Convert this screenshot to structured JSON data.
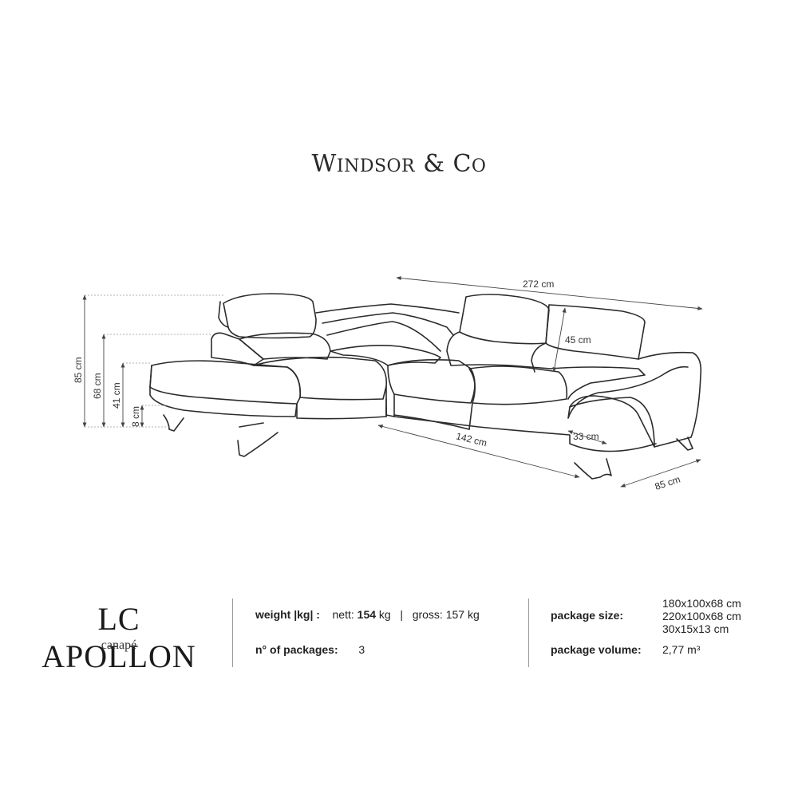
{
  "brand": {
    "first_initial": "W",
    "first_rest": "INDSOR",
    "amp": "&",
    "second_initial": "C",
    "second_rest": "O"
  },
  "dimensions": {
    "width_total": "272 cm",
    "backrest": "45 cm",
    "depth_side": "142 cm",
    "armrest": "33 cm",
    "depth": "85 cm",
    "height_total": "85 cm",
    "height_back": "68 cm",
    "height_seat": "41 cm",
    "height_legs": "8 cm"
  },
  "product": {
    "name": "LC APOLLON",
    "type": "canapé"
  },
  "specs": {
    "weight_label": "weight |kg| :",
    "nett_label": "nett:",
    "nett_value": "154",
    "nett_unit": "kg",
    "separator": "|",
    "gross_label": "gross:",
    "gross_value": "157 kg",
    "packages_label": "n° of packages:",
    "packages_value": "3",
    "package_size_label": "package size:",
    "package_sizes": [
      "180x100x68 cm",
      "220x100x68 cm",
      "30x15x13 cm"
    ],
    "package_volume_label": "package volume:",
    "package_volume_value": "2,77 m³"
  },
  "colors": {
    "line": "#2b2b2b",
    "dim_line": "#444444",
    "separator": "#9a9a9a"
  }
}
